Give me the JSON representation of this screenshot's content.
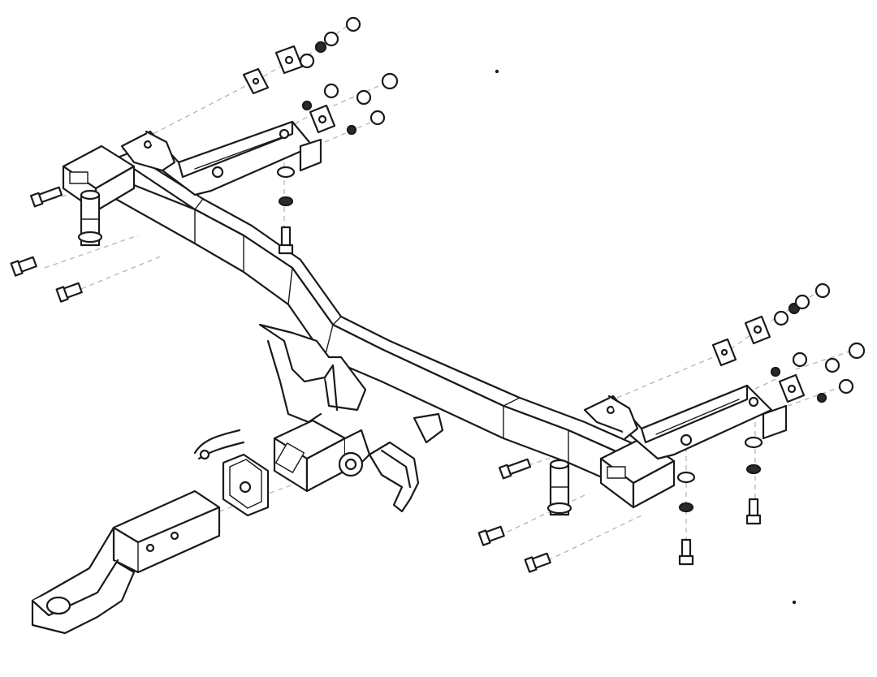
{
  "diagram": {
    "kind": "exploded-assembly-line-drawing",
    "colors": {
      "line": "#1a1a1a",
      "fill": "#ffffff",
      "guide": "#b5b5b5"
    },
    "parts": [
      "main-crossbar",
      "left-end-bracket",
      "right-end-bracket",
      "left-side-bracket",
      "right-side-bracket",
      "receiver-housing",
      "tow-ball-mount",
      "hitch-pin",
      "hitch-clip",
      "electric-socket-bracket",
      "bolts",
      "nuts",
      "washers",
      "mounting-plates"
    ]
  }
}
